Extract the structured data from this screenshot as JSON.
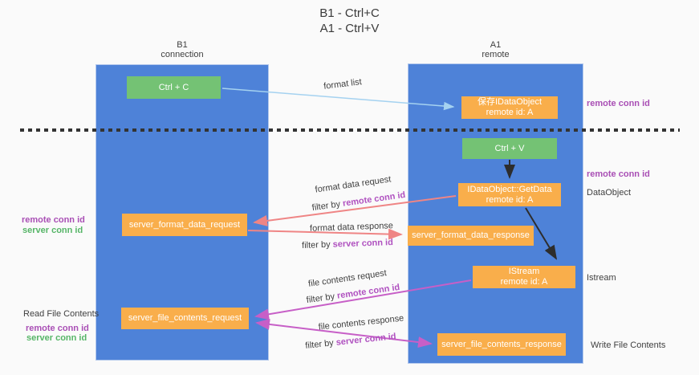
{
  "title": {
    "line1": "B1 - Ctrl+C",
    "line2": "A1 - Ctrl+V"
  },
  "columns": {
    "left": {
      "name": "B1",
      "role": "connection"
    },
    "right": {
      "name": "A1",
      "role": "remote"
    }
  },
  "boxes": {
    "ctrl_c": "Ctrl + C",
    "ctrl_v": "Ctrl + V",
    "save_dataobject": {
      "line1": "保存IDataObject",
      "line2": "remote id: A"
    },
    "getdata": {
      "line1": "IDataObject::GetData",
      "line2": "remote id: A"
    },
    "istream": {
      "line1": "IStream",
      "line2": "remote id: A"
    },
    "format_request": "server_format_data_request",
    "format_response": "server_format_data_response",
    "file_request": "server_file_contents_request",
    "file_response": "server_file_contents_response"
  },
  "annotations": {
    "format_list": "format list",
    "format_request": {
      "line1": "format data request",
      "prefix": "filter by ",
      "keyword": "remote conn id"
    },
    "format_response": {
      "line1": "format data response",
      "prefix": "filter by ",
      "keyword": "server conn id"
    },
    "file_request": {
      "line1": "file contents request",
      "prefix": "filter by ",
      "keyword": "remote conn id"
    },
    "file_response": {
      "line1": "file contents response",
      "prefix": "filter by ",
      "keyword": "server conn id"
    }
  },
  "side_labels": {
    "right_remote_conn_top": "remote conn id",
    "right_remote_conn_mid": "remote conn id",
    "dataobject": "DataObject",
    "istream": "Istream",
    "write_file_contents": "Write File Contents",
    "left_remote_conn_top": "remote conn id",
    "left_server_conn_top": "server conn id",
    "read_file_contents": "Read File Contents",
    "left_remote_conn_bottom": "remote conn id",
    "left_server_conn_bottom": "server conn id"
  },
  "colors": {
    "column_blue": "#4e82d8",
    "node_green": "#74c274",
    "node_orange": "#f9ae4b",
    "label_purple": "#a94fb5",
    "label_green": "#56b567",
    "arrow_blue": "#a5d2f0",
    "arrow_salmon": "#ef8585",
    "arrow_magenta": "#c75fc7",
    "arrow_black": "#2d2d2d"
  }
}
